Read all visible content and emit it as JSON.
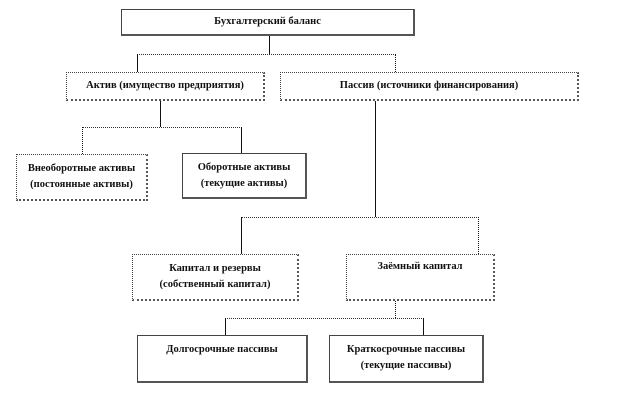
{
  "diagram": {
    "root": {
      "line1": "Бухгалтерский  баланс"
    },
    "assets": {
      "line1": "Актив (имущество предприятия)"
    },
    "liabilities": {
      "line1": "Пассив  (источники финансирования)"
    },
    "non_current_assets": {
      "line1": "Внеоборотные активы",
      "line2": "(постоянные активы)"
    },
    "current_assets": {
      "line1": "Оборотные активы",
      "line2": "(текущие активы)"
    },
    "equity": {
      "line1": "Капитал  и резервы",
      "line2": "(собственный капитал)"
    },
    "borrowed_capital": {
      "line1": "Заёмный капитал"
    },
    "long_term": {
      "line1": "Долгосрочные пассивы"
    },
    "short_term": {
      "line1": "Краткосрочные пассивы",
      "line2": "(текущие пассивы)"
    }
  }
}
